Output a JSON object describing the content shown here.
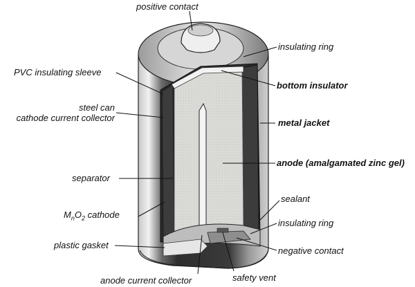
{
  "labels": {
    "positive_contact": "positive contact",
    "insulating_ring_top": "insulating ring",
    "pvc_sleeve": "PVC insulating sleeve",
    "bottom_insulator": "bottom insulator",
    "steel_can": "steel can",
    "cathode_current_collector": "cathode current collector",
    "metal_jacket": "metal jacket",
    "anode": "anode (amalgamated zinc gel)",
    "separator": "separator",
    "sealant": "sealant",
    "mno2_m": "M",
    "mno2_n": "n",
    "mno2_o": "O",
    "mno2_2": "2",
    "mno2_rest": " cathode",
    "insulating_ring_bottom": "insulating ring",
    "plastic_gasket": "plastic gasket",
    "negative_contact": "negative contact",
    "anode_current_collector": "anode current collector",
    "safety_vent": "safety vent"
  },
  "colors": {
    "line": "#111111",
    "can_dark": "#3a3a3a",
    "can_mid": "#8a8a8a",
    "can_light": "#e4e4e4",
    "gel": "#d9d9d6"
  }
}
